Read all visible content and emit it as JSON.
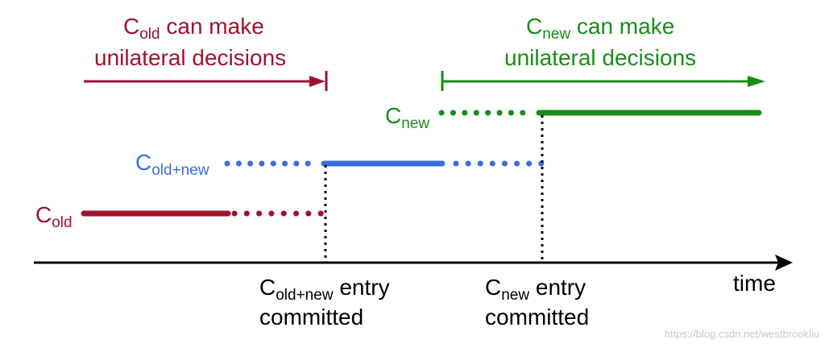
{
  "colors": {
    "old": "#a0122e",
    "mid": "#3a6fd8",
    "new": "#1a8c1a",
    "axis": "#000000"
  },
  "cold_header": {
    "c": "C",
    "sub": "old",
    "line1_rest": " can make",
    "line2": "unilateral decisions"
  },
  "cnew_header": {
    "c": "C",
    "sub": "new",
    "line1_rest": " can make",
    "line2": "unilateral decisions"
  },
  "rows": {
    "old": {
      "c": "C",
      "sub": "old"
    },
    "mid": {
      "c": "C",
      "sub": "old+new"
    },
    "new": {
      "c": "C",
      "sub": "new"
    }
  },
  "events": {
    "first": {
      "c": "C",
      "sub": "old+new",
      "rest": " entry",
      "line2": "committed"
    },
    "second": {
      "c": "C",
      "sub": "new",
      "rest": " entry",
      "line2": "committed"
    }
  },
  "axis_label": "time",
  "watermark": "https://blog.csdn.net/westbrookliu"
}
